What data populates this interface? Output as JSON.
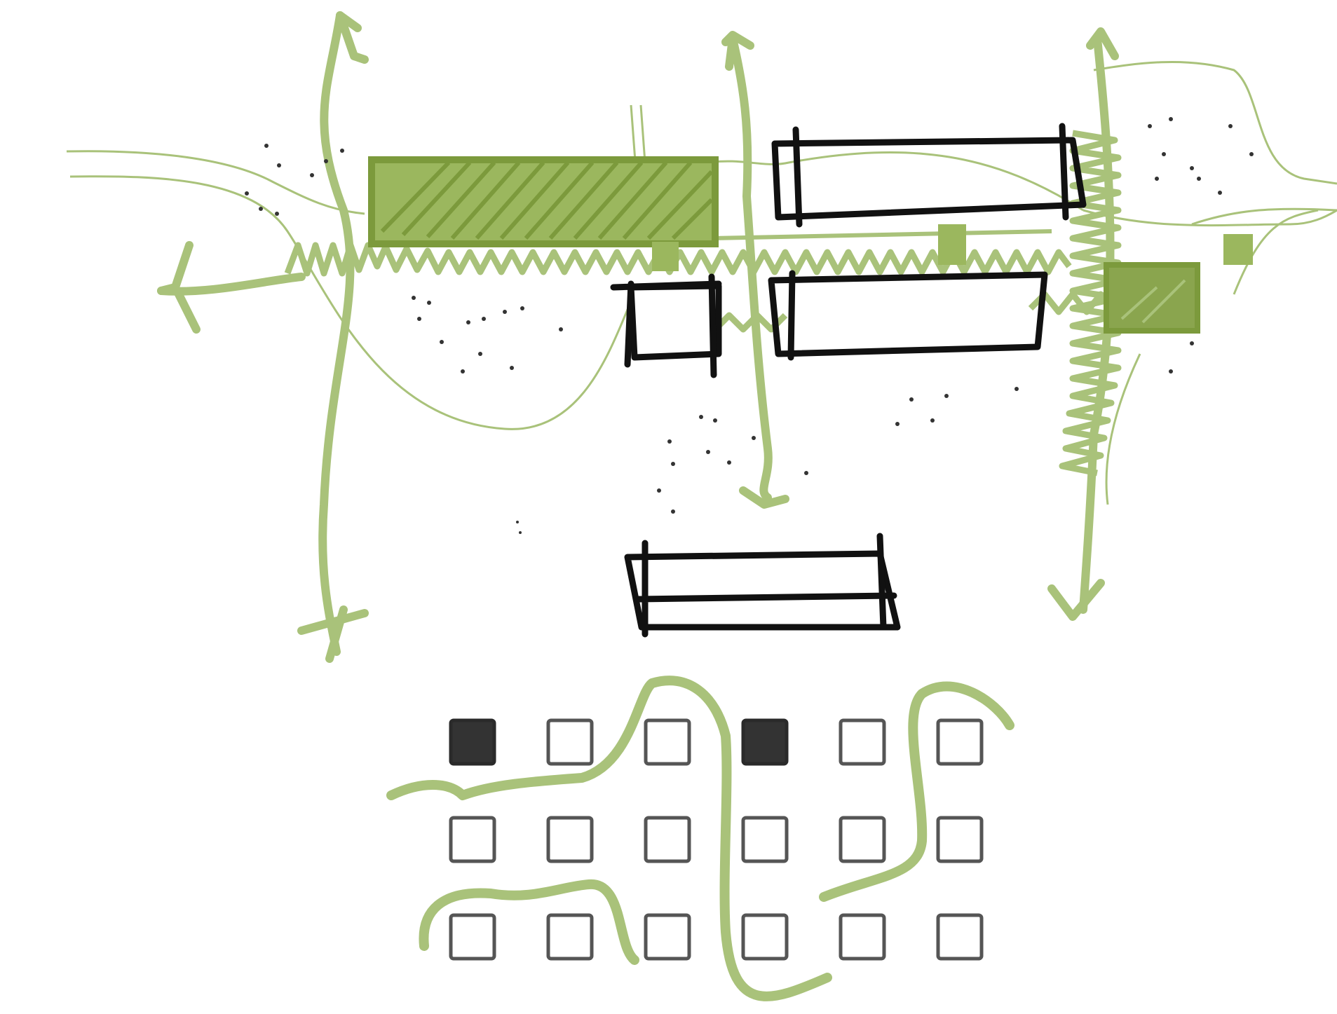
{
  "diagram": {
    "corner_fragment": "",
    "colors": {
      "green": "#8aa54e",
      "green_light": "#a9c27a",
      "ink": "#111111",
      "grid_outline": "#555555",
      "grid_fill": "#333333"
    },
    "block_grid": {
      "rows": 3,
      "cols": 6,
      "filled": [
        [
          0,
          0
        ],
        [
          0,
          3
        ]
      ]
    }
  }
}
